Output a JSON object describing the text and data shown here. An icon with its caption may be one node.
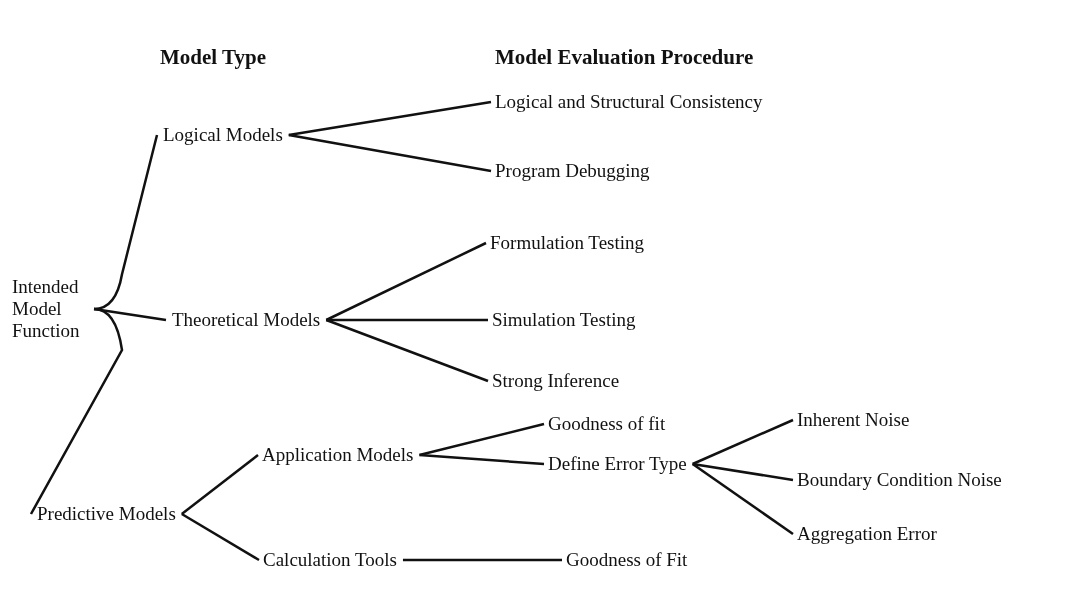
{
  "diagram": {
    "nodes": [
      {
        "text": [
          "Intended Model Function"
        ]
      },
      {
        "text": [
          "Logical Models"
        ]
      },
      {
        "text": [
          "Theoretical Models"
        ]
      },
      {
        "text": [
          "Predictive Models"
        ]
      },
      {
        "text": [
          "Logical and Structural Consistency"
        ]
      },
      {
        "text": [
          "Program Debugging"
        ]
      },
      {
        "text": [
          "Formulation Testing"
        ]
      },
      {
        "text": [
          "Simulation Testing"
        ]
      },
      {
        "text": [
          "Strong Inference"
        ]
      },
      {
        "text": [
          "Application Models"
        ]
      },
      {
        "text": [
          "Calculation Tools"
        ]
      },
      {
        "text": [
          "Goodness of fit"
        ]
      },
      {
        "text": [
          "Define Error Type"
        ]
      },
      {
        "text": [
          "Goodness of Fit"
        ]
      },
      {
        "text": [
          "Inherent Noise"
        ]
      },
      {
        "text": [
          "Boundary Condition Noise"
        ]
      },
      {
        "text": [
          "Aggregation Error"
        ]
      }
    ],
    "edges": [
      {
        "from": 0,
        "to": 1,
        "arrow": "none"
      },
      {
        "from": 0,
        "to": 2,
        "arrow": "none"
      },
      {
        "from": 0,
        "to": 3,
        "arrow": "none"
      },
      {
        "from": 1,
        "to": 4,
        "arrow": "none"
      },
      {
        "from": 1,
        "to": 5,
        "arrow": "none"
      },
      {
        "from": 2,
        "to": 6,
        "arrow": "none"
      },
      {
        "from": 2,
        "to": 7,
        "arrow": "none"
      },
      {
        "from": 2,
        "to": 8,
        "arrow": "none"
      },
      {
        "from": 3,
        "to": 9,
        "arrow": "none"
      },
      {
        "from": 3,
        "to": 10,
        "arrow": "none"
      },
      {
        "from": 9,
        "to": 11,
        "arrow": "none"
      },
      {
        "from": 9,
        "to": 12,
        "arrow": "none"
      },
      {
        "from": 12,
        "to": 14,
        "arrow": "none"
      },
      {
        "from": 12,
        "to": 15,
        "arrow": "none"
      },
      {
        "from": 12,
        "to": 16,
        "arrow": "none"
      },
      {
        "from": 10,
        "to": 13,
        "arrow": "none"
      }
    ],
    "labels": [
      "Model Type",
      "Model Evaluation Procedure"
    ]
  }
}
